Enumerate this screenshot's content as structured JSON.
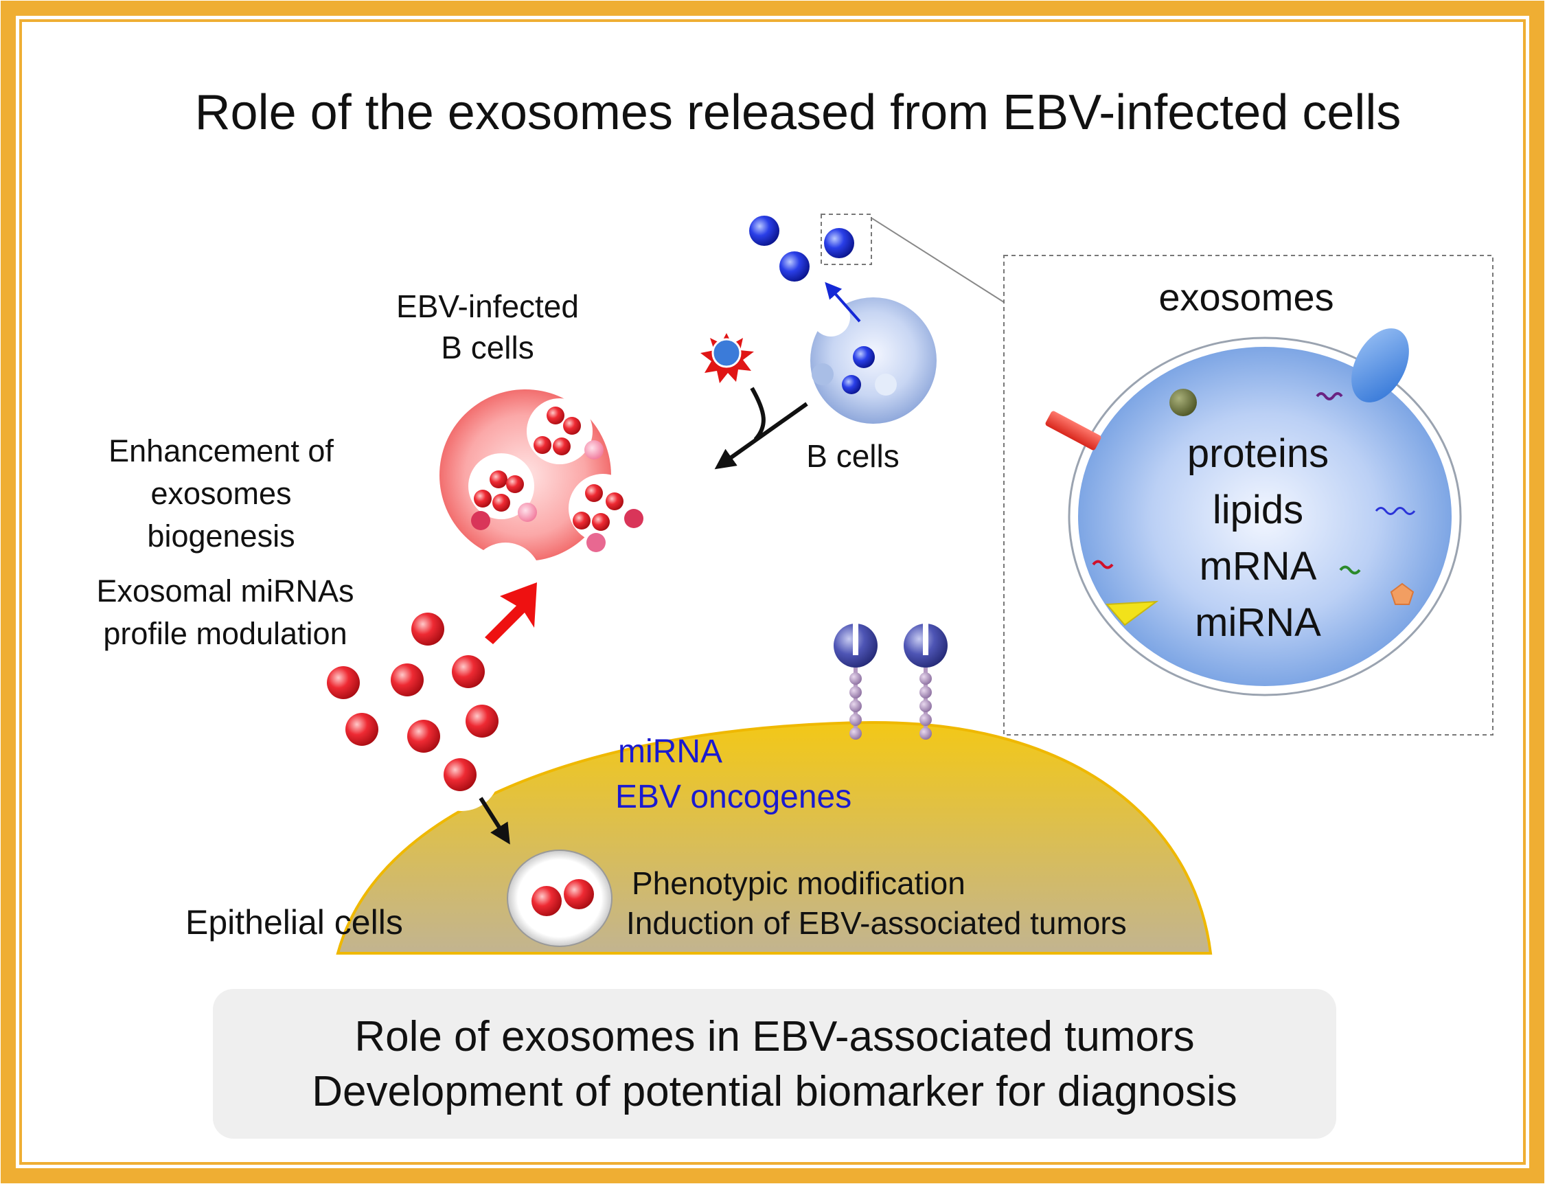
{
  "title": "Role of the exosomes released from EBV-infected cells",
  "ebv_infected_label": [
    "EBV-infected",
    "B cells"
  ],
  "b_cells_label": "B cells",
  "enhancement_label": [
    "Enhancement of",
    "exosomes",
    "biogenesis"
  ],
  "profile_label": [
    "Exosomal miRNAs",
    "profile modulation"
  ],
  "exosomes_panel": {
    "heading": "exosomes",
    "contents": [
      "proteins",
      "lipids",
      "mRNA",
      "miRNA"
    ]
  },
  "cargo_labels": [
    "miRNA",
    "EBV oncogenes"
  ],
  "epithelial_label": "Epithelial cells",
  "outcome_labels": [
    "Phenotypic modification",
    "Induction of EBV-associated tumors"
  ],
  "conclusion": [
    "Role of exosomes in EBV-associated tumors",
    "Development of potential biomarker for diagnosis"
  ],
  "colors": {
    "frame_orange": "#EFAE33",
    "blue_exosome": "#1428D6",
    "red_exosome": "#E0202A",
    "epithelial_gold": "#E9C02A",
    "arrow_red": "#EE1111",
    "text_blue": "#1A1AD0",
    "conclusion_bg": "#EFEFEF"
  }
}
